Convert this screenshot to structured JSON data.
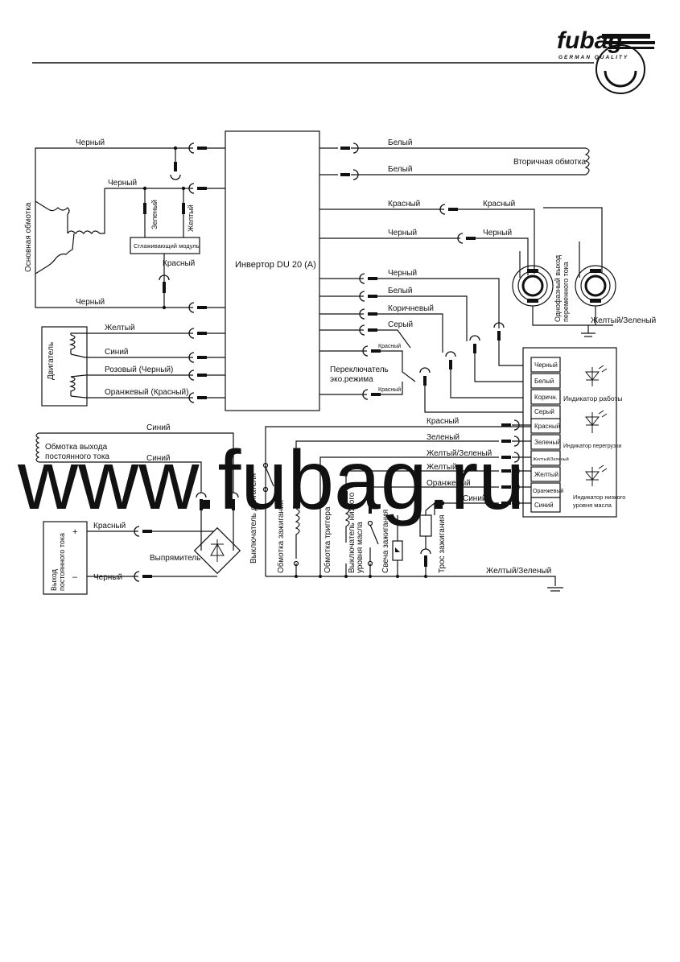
{
  "brand": {
    "logo_text": "fubag",
    "logo_tagline": "GERMAN QUALITY",
    "brand_color": "#111111"
  },
  "watermark": "www.fubag.ru",
  "main_block": {
    "label": "Инвертор DU 20 (A)"
  },
  "stator": {
    "label": "Основная обмотка",
    "wire_top": "Черный",
    "wire_mid": "Черный",
    "wire_bottom": "Черный",
    "smoothing_module": "Сглаживающий модуль",
    "green": "Зеленый",
    "yellow": "Желтый",
    "red": "Красный"
  },
  "secondary": {
    "label": "Вторичная обмотка",
    "wire1": "Белый",
    "wire2": "Белый"
  },
  "ac_output": {
    "label_line1": "Однофазный выход",
    "label_line2": "переменного тока",
    "red_left": "Красный",
    "red_right": "Красный",
    "black_left": "Черный",
    "black_right": "Черный",
    "ground": "Желтый/Зеленый"
  },
  "motor": {
    "label": "Двигатель",
    "wires": [
      "Желтый",
      "Синий",
      "Розовый (Черный)",
      "Оранжевый (Красный)"
    ]
  },
  "eco": {
    "label_line1": "Переключатель",
    "label_line2": "эко.режима",
    "wire_top": "Красный",
    "wire_bottom": "Красный"
  },
  "inverter_outputs": [
    "Черный",
    "Белый",
    "Коричневый",
    "Серый"
  ],
  "indicator_panel": {
    "pins": [
      "Черный",
      "Белый",
      "Коричн.",
      "Серый",
      "Красный",
      "Зеленый",
      "Желтый/Зеленый",
      "Желтый",
      "Оранжевый",
      "Синий"
    ],
    "indicators": [
      "Индикатор работы",
      "Индикатор перегрузки",
      "Индикатор низкого",
      "уровня масла"
    ]
  },
  "bottom_bus": {
    "wires": [
      "Красный",
      "Зеленый",
      "Желтый/Зеленый",
      "Желтый",
      "Оранжевый",
      "Синий"
    ],
    "ground": "Желтый/Зеленый",
    "components": [
      "Выключатель двигателя",
      "Обмотка зажигания",
      "Обмотка триггера",
      "Выключатель низкого",
      "уровня масла",
      "Свеча зажигания",
      "Трос зажигания"
    ]
  },
  "dc_winding": {
    "label_line1": "Обмотка выхода",
    "label_line2": "постоянного тока",
    "wire_top": "Синий",
    "wire_second": "Синий"
  },
  "dc_output": {
    "label_line1": "Выход",
    "label_line2": "постоянного тока",
    "plus": "+",
    "minus": "–",
    "wire_red": "Красный",
    "wire_black": "Черный",
    "rectifier": "Выпрямитель"
  }
}
